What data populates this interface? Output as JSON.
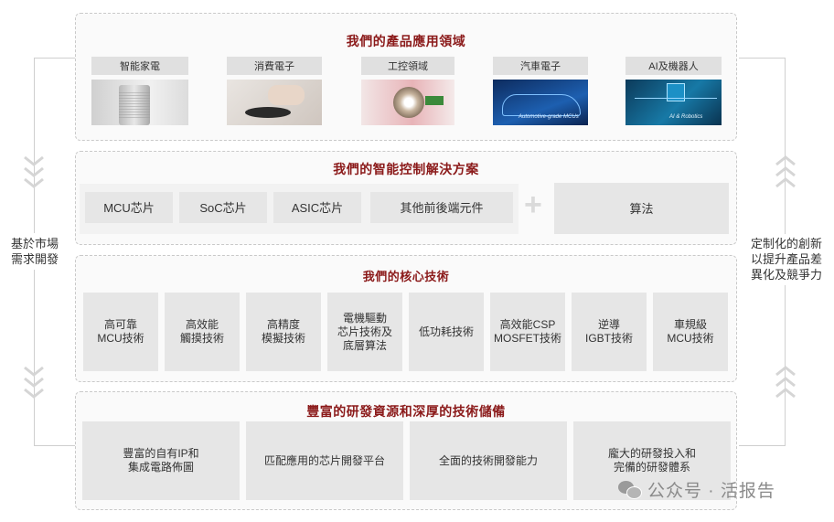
{
  "section_products": {
    "title": "我們的產品應用領域",
    "items": [
      {
        "label": "智能家電",
        "caption": ""
      },
      {
        "label": "消費電子",
        "caption": ""
      },
      {
        "label": "工控領域",
        "caption": ""
      },
      {
        "label": "汽車電子",
        "caption": "Automotive-grade MCUs"
      },
      {
        "label": "AI及機器人",
        "caption": "AI & Robotics"
      }
    ]
  },
  "section_solutions": {
    "title": "我們的智能控制解決方案",
    "chips": [
      "MCU芯片",
      "SoC芯片",
      "ASIC芯片",
      "其他前後端元件"
    ],
    "plus": "+",
    "algorithm": "算法"
  },
  "section_tech": {
    "title": "我們的核心技術",
    "items": [
      {
        "line1": "高可靠",
        "line2": "MCU技術",
        "line3": ""
      },
      {
        "line1": "高效能",
        "line2": "觸摸技術",
        "line3": ""
      },
      {
        "line1": "高精度",
        "line2": "模擬技術",
        "line3": ""
      },
      {
        "line1": "電機驅動",
        "line2": "芯片技術及",
        "line3": "底層算法"
      },
      {
        "line1": "低功耗技術",
        "line2": "",
        "line3": ""
      },
      {
        "line1": "高效能CSP",
        "line2": "MOSFET技術",
        "line3": ""
      },
      {
        "line1": "逆導",
        "line2": "IGBT技術",
        "line3": ""
      },
      {
        "line1": "車規級",
        "line2": "MCU技術",
        "line3": ""
      }
    ]
  },
  "section_rd": {
    "title": "豐富的研發資源和深厚的技術儲備",
    "items": [
      {
        "line1": "豐富的自有IP和",
        "line2": "集成電路佈圖"
      },
      {
        "line1": "匹配應用的芯片開發平台",
        "line2": ""
      },
      {
        "line1": "全面的技術開發能力",
        "line2": ""
      },
      {
        "line1": "龐大的研發投入和",
        "line2": "完備的研發體系"
      }
    ]
  },
  "left_side": {
    "line1": "基於市場",
    "line2": "需求開發"
  },
  "right_side": {
    "line1": "定制化的創新",
    "line2": "以提升產品差",
    "line3": "異化及競爭力"
  },
  "watermark": {
    "text": "公众号 · 活报告"
  }
}
